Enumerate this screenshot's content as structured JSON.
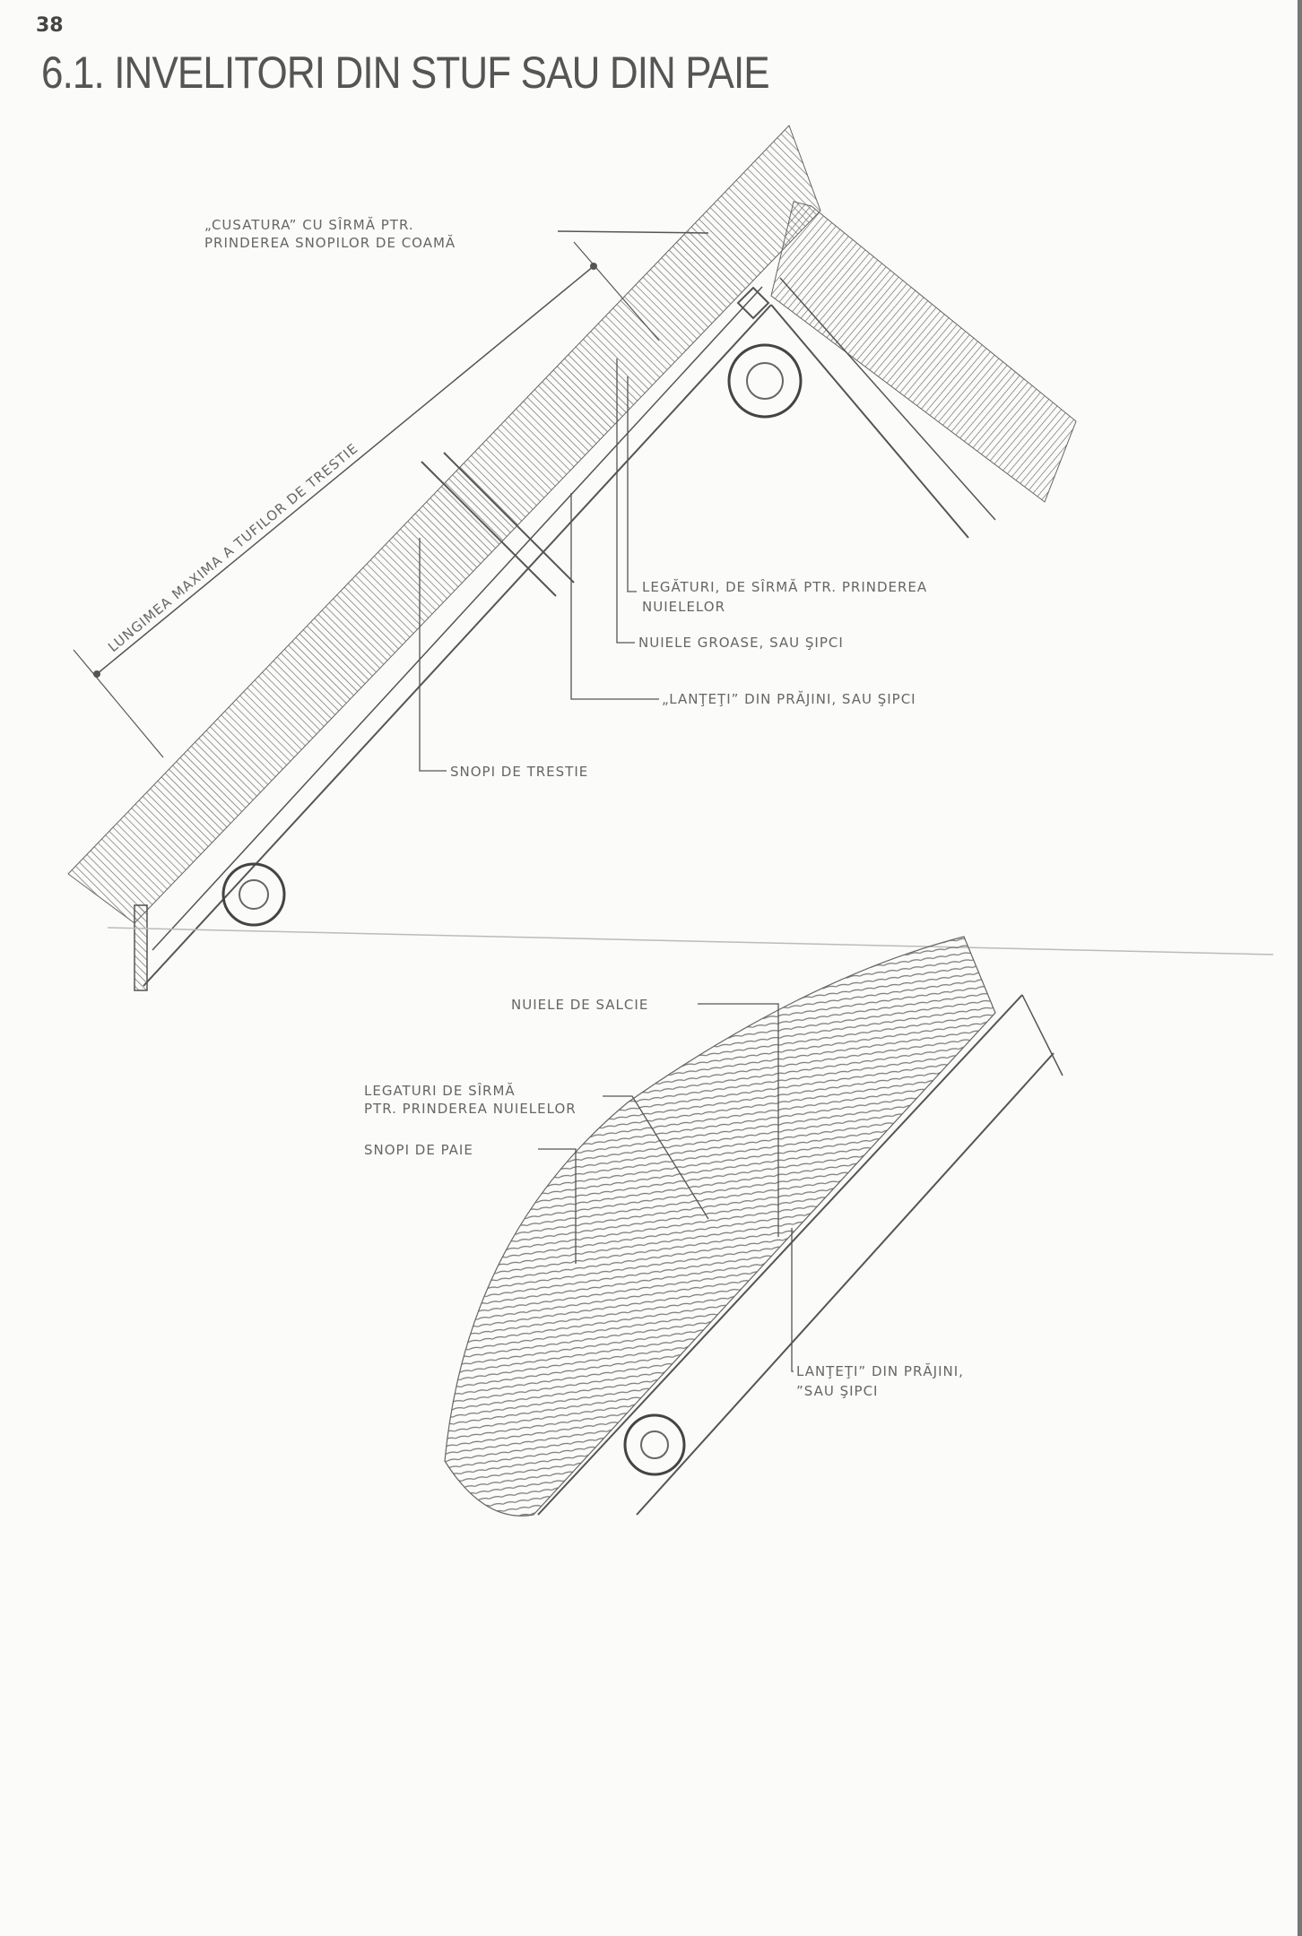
{
  "page_number": "38",
  "title": "6.1.  INVELITORI DIN STUF SAU DIN PAIE",
  "upper_drawing": {
    "labels": {
      "cusatura_1": "„CUSATURA” CU SÎRMĂ PTR.",
      "cusatura_2": "PRINDEREA SNOPILOR DE COAMĂ",
      "legaturi_1": "LEGĂTURI, DE SÎRMĂ PTR. PRINDEREA",
      "legaturi_2": "NUIELELOR",
      "nuiele_groase": "NUIELE GROASE, SAU ŞIPCI",
      "lanteti": "„LANŢEŢI” DIN PRĂJINI, SAU ŞIPCI",
      "snopi_trestie": "SNOPI DE TRESTIE",
      "dimension": "LUNGIMEA MAXIMA A TUFILOR DE TRESTIE"
    }
  },
  "lower_drawing": {
    "labels": {
      "nuiele_salcie": "NUIELE DE SALCIE",
      "legaturi_1": "LEGATURI DE SÎRMĂ",
      "legaturi_2": "PTR. PRINDEREA NUIELELOR",
      "snopi_paie": "SNOPI DE PAIE",
      "lanteti_1": "LANŢEŢI” DIN PRĂJINI,",
      "lanteti_2": "”SAU ŞIPCI"
    }
  }
}
